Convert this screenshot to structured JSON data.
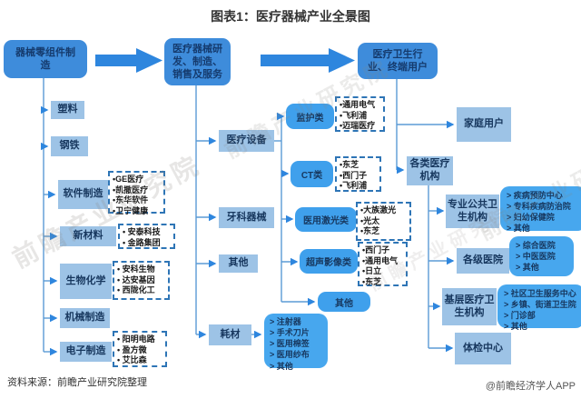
{
  "title": "图表1：医疗器械产业全景图",
  "watermark": "前瞻产业研究院",
  "footer": {
    "source": "资料来源：前瞻产业研究院整理",
    "credit": "@前瞻经济学人APP"
  },
  "stages": {
    "s1": "器械零组件制造",
    "s2": "医疗器械研发、制造、销售及服务",
    "s3": "医疗卫生行业、终端用户"
  },
  "left": {
    "plastic": "塑料",
    "steel": "钢铁",
    "software": "软件制造",
    "software_companies": [
      "•GE医疗",
      "•凯撒医疗",
      "•东华软件",
      "•卫宁健康"
    ],
    "newmaterial": "新材料",
    "newmaterial_companies": [
      "• 安泰科技",
      "• 金路集团"
    ],
    "biochem": "生物化学",
    "biochem_companies": [
      "• 安科生物",
      "• 达安基因",
      "• 西陇化工"
    ],
    "machinery": "机械制造",
    "electronics": "电子制造",
    "electronics_companies": [
      "• 阳明电路",
      "• 盈方微",
      "• 艾比森"
    ]
  },
  "middle": {
    "devices": "医疗设备",
    "dental": "牙科器械",
    "other": "其他",
    "consumables": "耗材",
    "monitor": "监护类",
    "monitor_companies": [
      "•通用电气",
      "•飞利浦",
      "•迈瑞医疗"
    ],
    "ct": "CT类",
    "ct_companies": [
      "•东芝",
      "•西门子",
      "•飞利浦"
    ],
    "laser": "医用激光类",
    "laser_companies": [
      "•大族激光",
      "•光太",
      "•东芝"
    ],
    "ultrasound": "超声影像类",
    "ultrasound_companies": [
      "•西门子",
      "•通用电气",
      "•日立",
      "•东芝"
    ],
    "devices_other": "其他",
    "consumable_items": [
      "> 注射器",
      "> 手术刀片",
      "> 医用棉签",
      "> 医用纱布",
      "> 其他"
    ]
  },
  "right": {
    "home": "家庭用户",
    "institutions": "各类医疗机构",
    "public_health": "专业公共卫生机构",
    "public_health_items": [
      "> 疾病预防中心",
      "> 专科疾病防治院",
      "> 妇幼保健院",
      "> 其他"
    ],
    "hospitals": "各级医院",
    "hospitals_items": [
      "> 综合医院",
      "> 中医医院",
      "> 其他"
    ],
    "grassroots": "基层医疗卫生机构",
    "grassroots_items": [
      "> 社区卫生服务中心",
      "> 乡镇、街道卫生院",
      "> 门诊部",
      "> 其他"
    ],
    "checkup": "体检中心"
  }
}
